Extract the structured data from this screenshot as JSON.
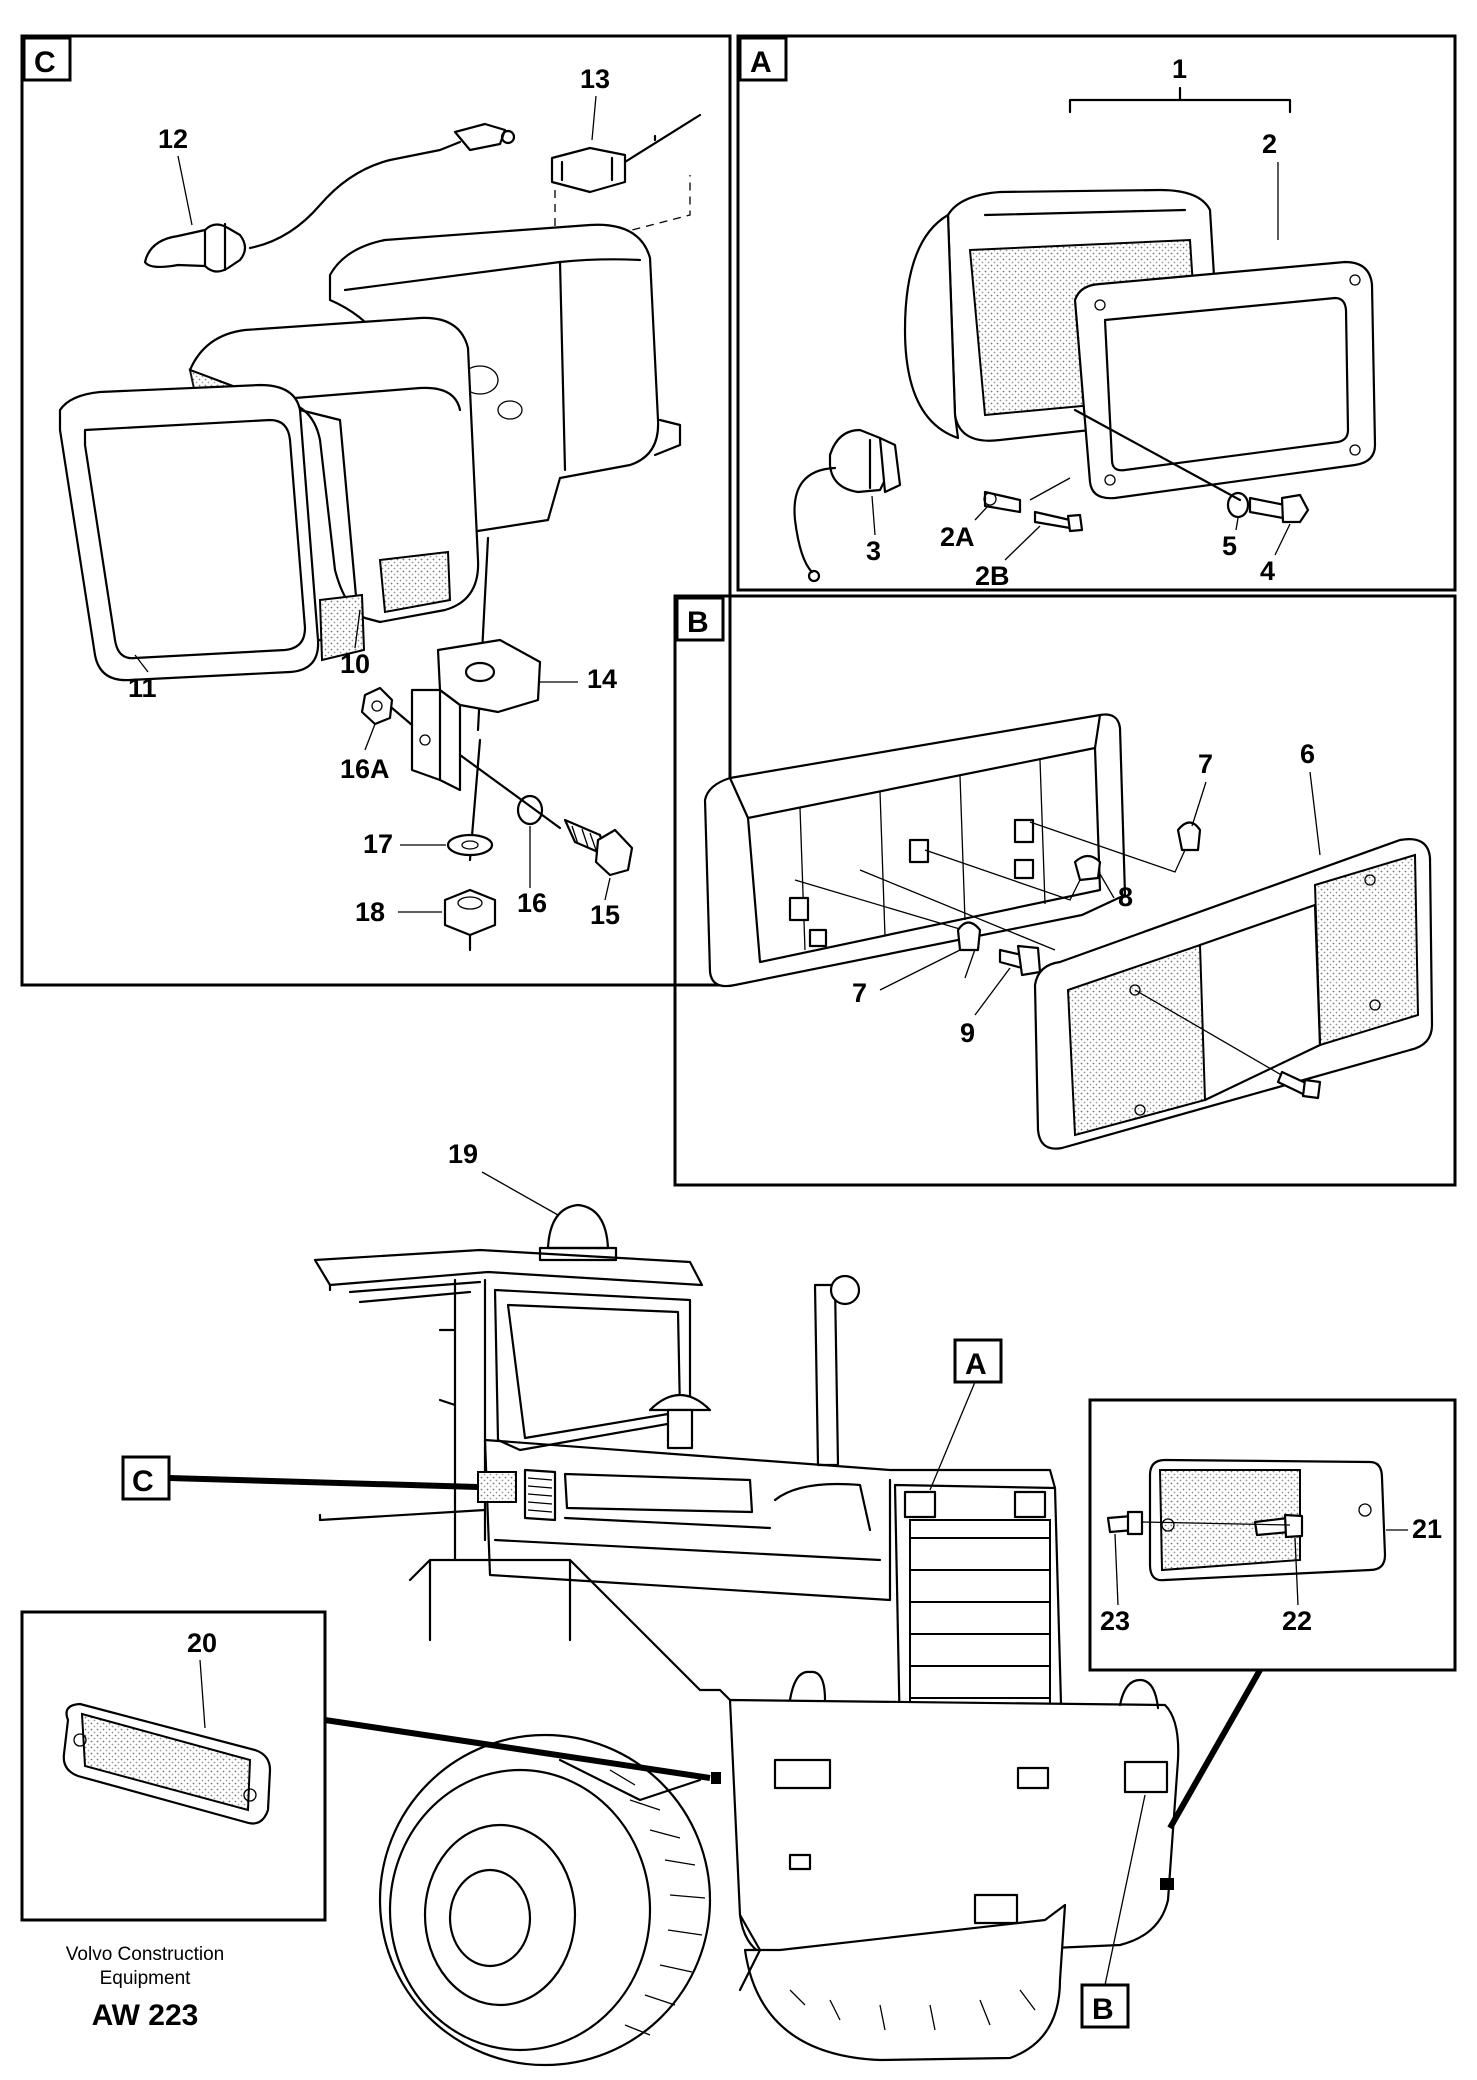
{
  "panels": {
    "c": {
      "tag": "C"
    },
    "a": {
      "tag": "A"
    },
    "b": {
      "tag": "B"
    }
  },
  "callouts": {
    "c": "C",
    "a": "A",
    "b": "B"
  },
  "parts": {
    "p1": "1",
    "p2": "2",
    "p2a": "2A",
    "p2b": "2B",
    "p3": "3",
    "p4": "4",
    "p5": "5",
    "p6": "6",
    "p7a": "7",
    "p7b": "7",
    "p8": "8",
    "p9": "9",
    "p10": "10",
    "p11": "11",
    "p12": "12",
    "p13": "13",
    "p14": "14",
    "p15": "15",
    "p16": "16",
    "p16a": "16A",
    "p17": "17",
    "p18": "18",
    "p19": "19",
    "p20": "20",
    "p21": "21",
    "p22": "22",
    "p23": "23"
  },
  "footer": {
    "line1": "Volvo Construction",
    "line2": "Equipment",
    "code": "AW 223"
  },
  "colors": {
    "ink": "#000000",
    "paper": "#ffffff"
  }
}
